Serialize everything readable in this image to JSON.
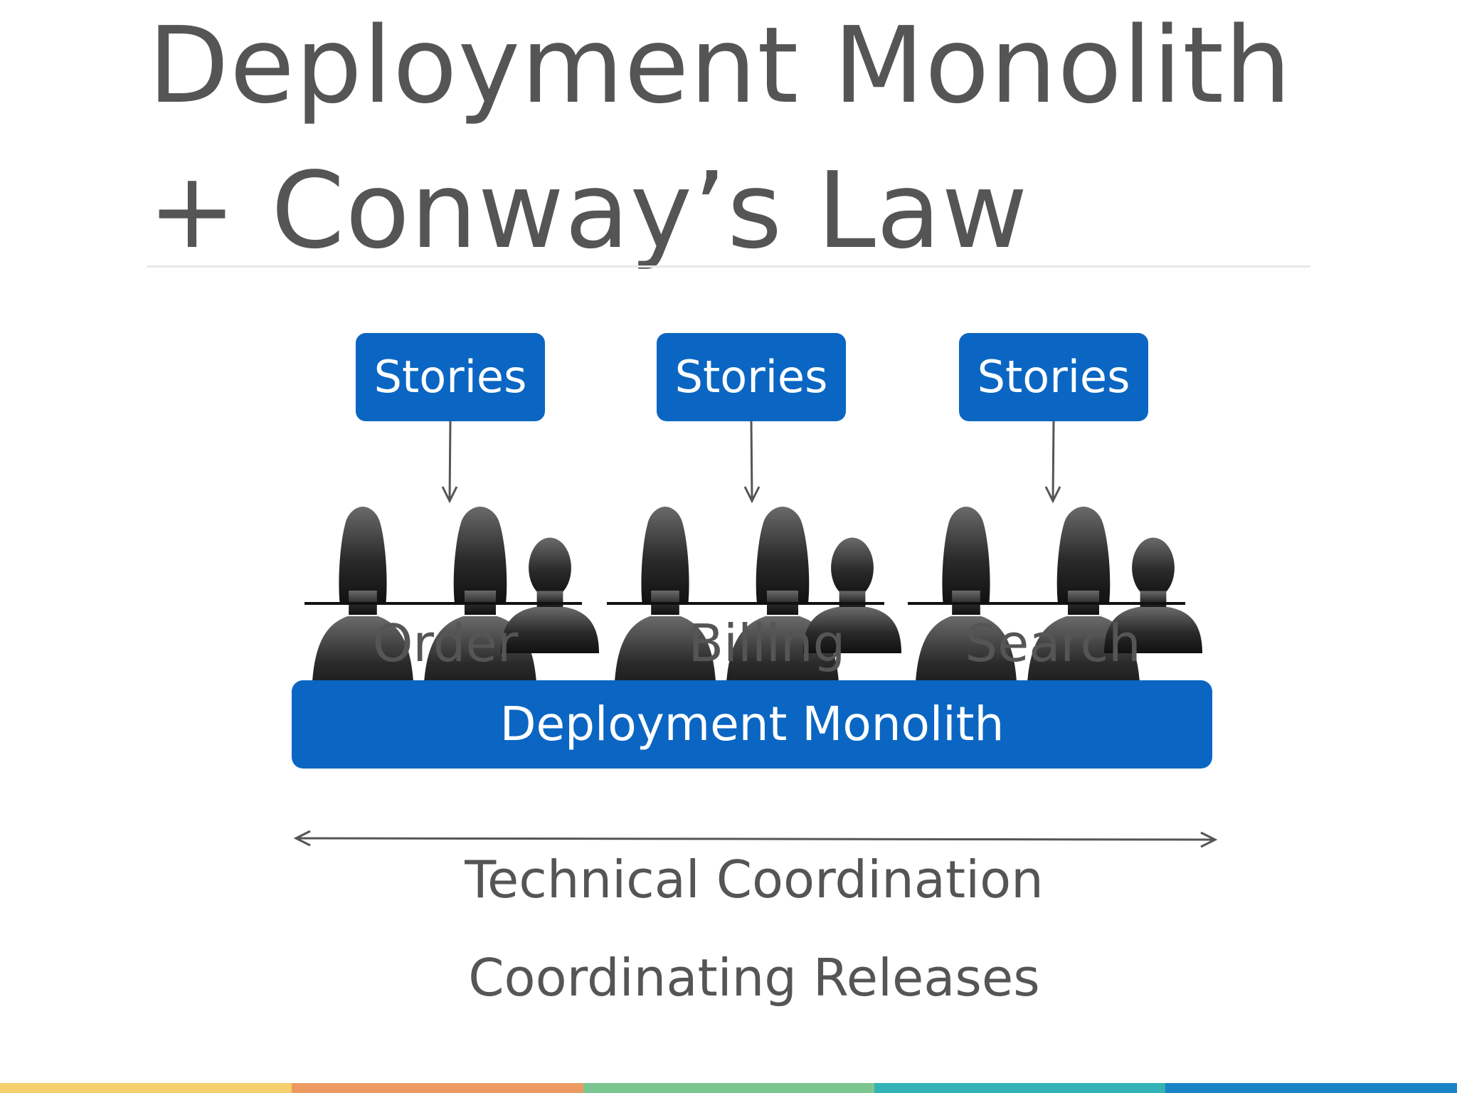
{
  "slide": {
    "title_line_1": "Deployment Monolith",
    "title_line_2": "+ Conway’s Law"
  },
  "diagram": {
    "stories_label": "Stories",
    "teams": [
      {
        "label": "Order"
      },
      {
        "label": "Billing"
      },
      {
        "label": "Search"
      }
    ],
    "monolith_label": "Deployment Monolith",
    "captions": [
      "Technical Coordination",
      "Coordinating Releases"
    ]
  },
  "colors": {
    "accent_blue": "#0a66c2",
    "text_gray": "#555555",
    "silhouette_dark": "#1c1c1c",
    "footer_stripes": [
      "#f5cf6e",
      "#ec9b63",
      "#7cc790",
      "#33b3b5",
      "#1a84c7"
    ]
  }
}
